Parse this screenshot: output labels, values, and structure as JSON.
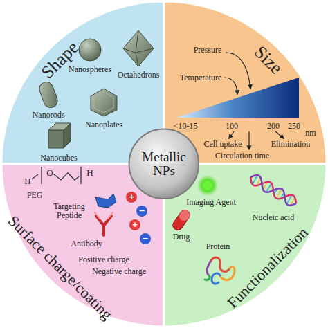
{
  "diagram": {
    "nodes": [
      {
        "text": [
          "Shape"
        ]
      },
      {
        "text": [
          "Size"
        ]
      },
      {
        "text": [
          "Surface charge/coating"
        ]
      },
      {
        "text": [
          "Functionalization"
        ]
      },
      {
        "text": [
          "Metallic NPs"
        ]
      }
    ],
    "labels": [
      "Nanospheres",
      "Nanorods",
      "Octahedrons",
      "Nanoplates",
      "Nanocubes",
      "Pressure",
      "Temperature",
      "<10-15",
      "100",
      "200",
      "250",
      "nm",
      "Cell uptake",
      "Elimination",
      "Circulation time",
      "H",
      "O",
      "H",
      "PEG",
      "Targeting Peptide",
      "Antibody",
      "Positive charge",
      "Negative charge",
      "+",
      "−",
      "+",
      "−",
      "Imaging Agent",
      "Drug",
      "Nucleic acid",
      "Protein"
    ]
  }
}
